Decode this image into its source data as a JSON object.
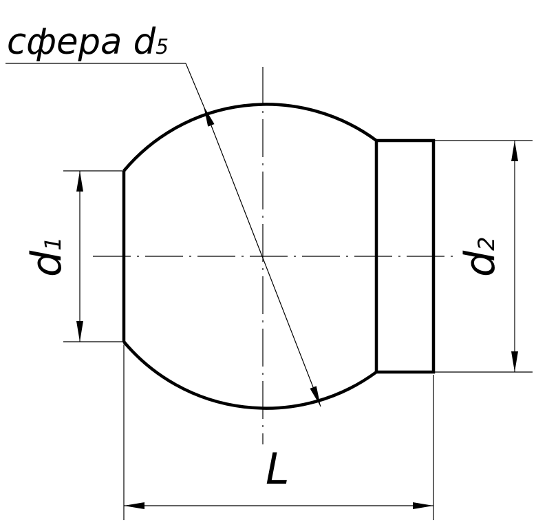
{
  "sphere_label": {
    "prefix": "сфера d",
    "subscript": "5"
  },
  "dim_d1": {
    "letter": "d",
    "subscript": "1"
  },
  "dim_d2": {
    "letter": "d",
    "subscript": "2"
  },
  "dim_L": {
    "letter": "L"
  },
  "colors": {
    "line": "#000000",
    "background": "#ffffff"
  }
}
